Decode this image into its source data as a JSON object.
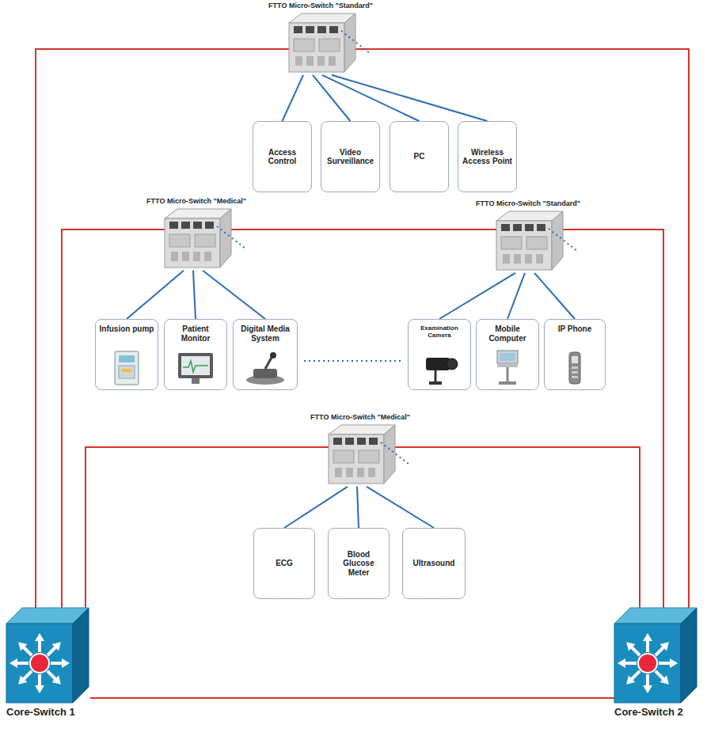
{
  "diagram": {
    "nodes": [
      {
        "text": [
          "FTTO Micro-Switch \"Standard\""
        ]
      },
      {
        "text": [
          "Access Control"
        ]
      },
      {
        "text": [
          "Video Surveillance"
        ]
      },
      {
        "text": [
          "PC"
        ]
      },
      {
        "text": [
          "Wireless Access Point"
        ]
      },
      {
        "text": [
          "FTTO Micro-Switch \"Medical\""
        ]
      },
      {
        "text": [
          "FTTO Micro-Switch \"Standard\""
        ]
      },
      {
        "text": [
          "Infusion pump"
        ]
      },
      {
        "text": [
          "Patient Monitor"
        ]
      },
      {
        "text": [
          "Digital Media System"
        ]
      },
      {
        "text": [
          "Examination Camera"
        ]
      },
      {
        "text": [
          "Mobile Computer"
        ]
      },
      {
        "text": [
          "IP Phone"
        ]
      },
      {
        "text": [
          "FTTO Micro-Switch \"Medical\""
        ]
      },
      {
        "text": [
          "ECG"
        ]
      },
      {
        "text": [
          "Blood Glucose Meter"
        ]
      },
      {
        "text": [
          "Ultrasound"
        ]
      },
      {
        "text": [
          "Core-Switch 1"
        ]
      },
      {
        "text": [
          "Core-Switch 2"
        ]
      }
    ],
    "edges": [
      {
        "from": 0,
        "to": 1,
        "arrow": "none"
      },
      {
        "from": 0,
        "to": 2,
        "arrow": "none"
      },
      {
        "from": 0,
        "to": 3,
        "arrow": "none"
      },
      {
        "from": 0,
        "to": 4,
        "arrow": "none"
      },
      {
        "from": 5,
        "to": 7,
        "arrow": "none"
      },
      {
        "from": 5,
        "to": 8,
        "arrow": "none"
      },
      {
        "from": 5,
        "to": 9,
        "arrow": "none"
      },
      {
        "from": 6,
        "to": 10,
        "arrow": "none"
      },
      {
        "from": 6,
        "to": 11,
        "arrow": "none"
      },
      {
        "from": 6,
        "to": 12,
        "arrow": "none"
      },
      {
        "from": 13,
        "to": 14,
        "arrow": "none"
      },
      {
        "from": 13,
        "to": 15,
        "arrow": "none"
      },
      {
        "from": 13,
        "to": 16,
        "arrow": "none"
      },
      {
        "from": 17,
        "to": 0,
        "arrow": "none"
      },
      {
        "from": 0,
        "to": 18,
        "arrow": "none"
      },
      {
        "from": 17,
        "to": 5,
        "arrow": "none"
      },
      {
        "from": 5,
        "to": 6,
        "arrow": "none"
      },
      {
        "from": 6,
        "to": 18,
        "arrow": "none"
      },
      {
        "from": 17,
        "to": 13,
        "arrow": "none"
      },
      {
        "from": 13,
        "to": 18,
        "arrow": "none"
      },
      {
        "from": 17,
        "to": 18,
        "arrow": "none"
      }
    ]
  }
}
